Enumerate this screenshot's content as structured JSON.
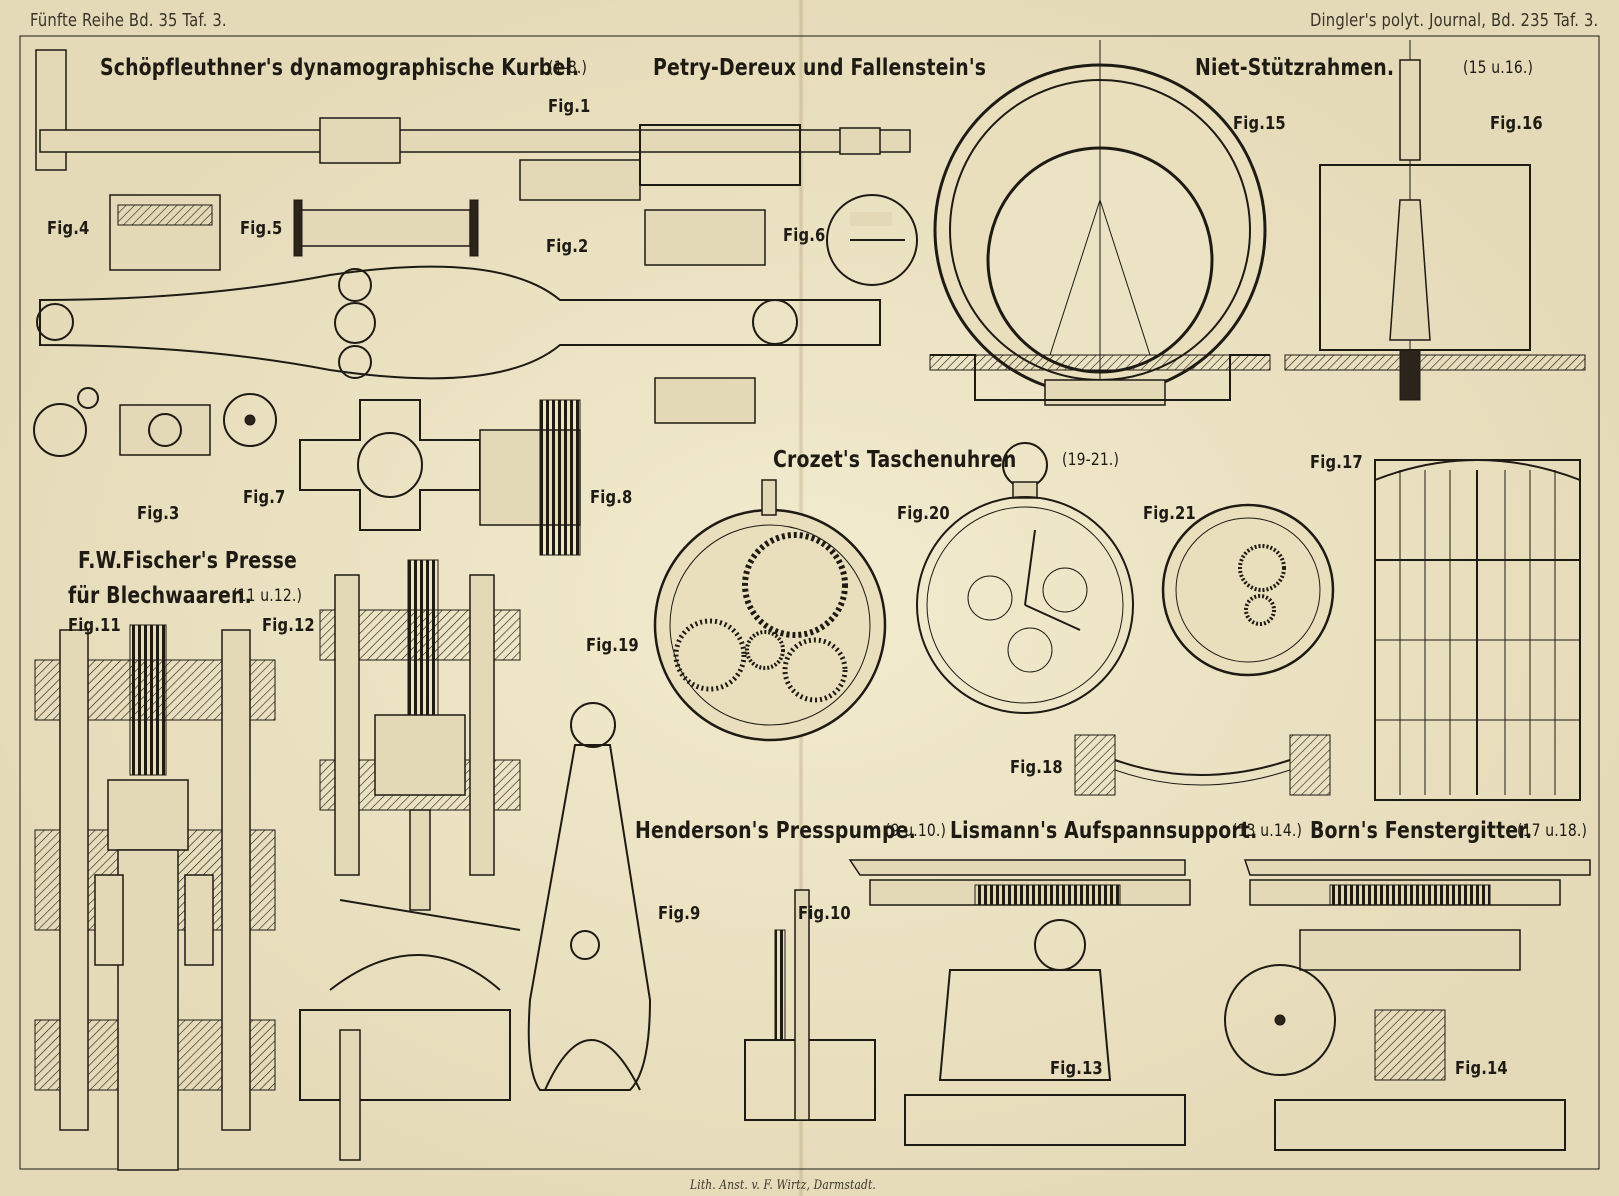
{
  "corner": {
    "left": "Fünfte Reihe Bd. 35 Taf. 3.",
    "right": "Dingler's polyt. Journal, Bd. 235 Taf. 3."
  },
  "headings": {
    "schoepfleuthner": "Schöpfleuthner's dynamographische Kurbel.",
    "schoepfleuthner_range": "(1-8.)",
    "petry": "Petry-Dereux und Fallenstein's",
    "niet": "Niet-Stützrahmen.",
    "niet_range": "(15 u.16.)",
    "crozet": "Crozet's Taschenuhren",
    "crozet_range": "(19-21.)",
    "fischer_1": "F.W.Fischer's Presse",
    "fischer_2": "für Blechwaaren.",
    "fischer_range": "(11 u.12.)",
    "henderson": "Henderson's Presspumpe.",
    "henderson_range": "(9 u.10.)",
    "lismann": "Lismann's Aufspannsupport.",
    "lismann_range": "(13 u.14.)",
    "born": "Born's Fenstergitter.",
    "born_range": "(17 u.18.)"
  },
  "figures": {
    "f1": "Fig.1",
    "f2": "Fig.2",
    "f3": "Fig.3",
    "f4": "Fig.4",
    "f5": "Fig.5",
    "f6": "Fig.6",
    "f7": "Fig.7",
    "f8": "Fig.8",
    "f9": "Fig.9",
    "f10": "Fig.10",
    "f11": "Fig.11",
    "f12": "Fig.12",
    "f13": "Fig.13",
    "f14": "Fig.14",
    "f15": "Fig.15",
    "f16": "Fig.16",
    "f17": "Fig.17",
    "f18": "Fig.18",
    "f19": "Fig.19",
    "f20": "Fig.20",
    "f21": "Fig.21"
  },
  "imprint": "Lith. Anst. v. F. Wirtz, Darmstadt.",
  "colors": {
    "paper": "#ece3c4",
    "ink": "#1e1a14"
  }
}
